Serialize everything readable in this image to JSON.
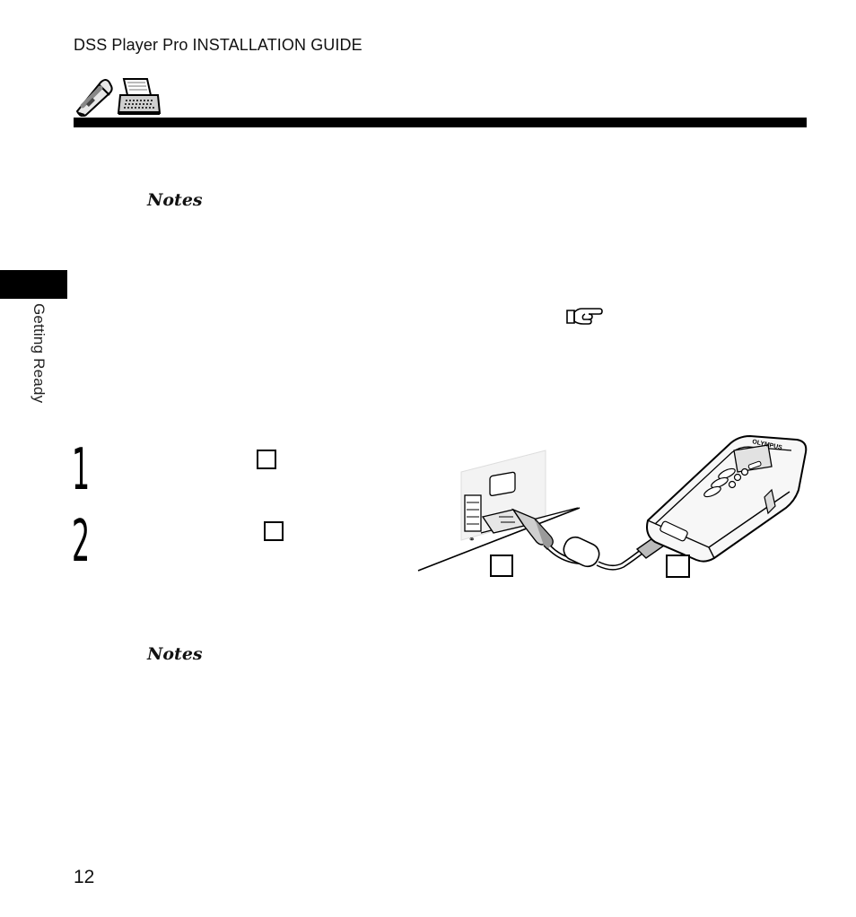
{
  "header": {
    "title": "DSS Player Pro INSTALLATION GUIDE",
    "icons": [
      "recorder-icon",
      "typewriter-icon"
    ]
  },
  "notes_heading_1": "Notes",
  "notes_heading_2": "Notes",
  "side_tab": {
    "label": "Getting Ready"
  },
  "reference_icon": "pointing-hand-icon",
  "steps": [
    {
      "number": "1"
    },
    {
      "number": "2"
    }
  ],
  "illustration": {
    "subject": "recorder-usb-connection",
    "device_brand": "OLYMPUS"
  },
  "page_number": "12"
}
